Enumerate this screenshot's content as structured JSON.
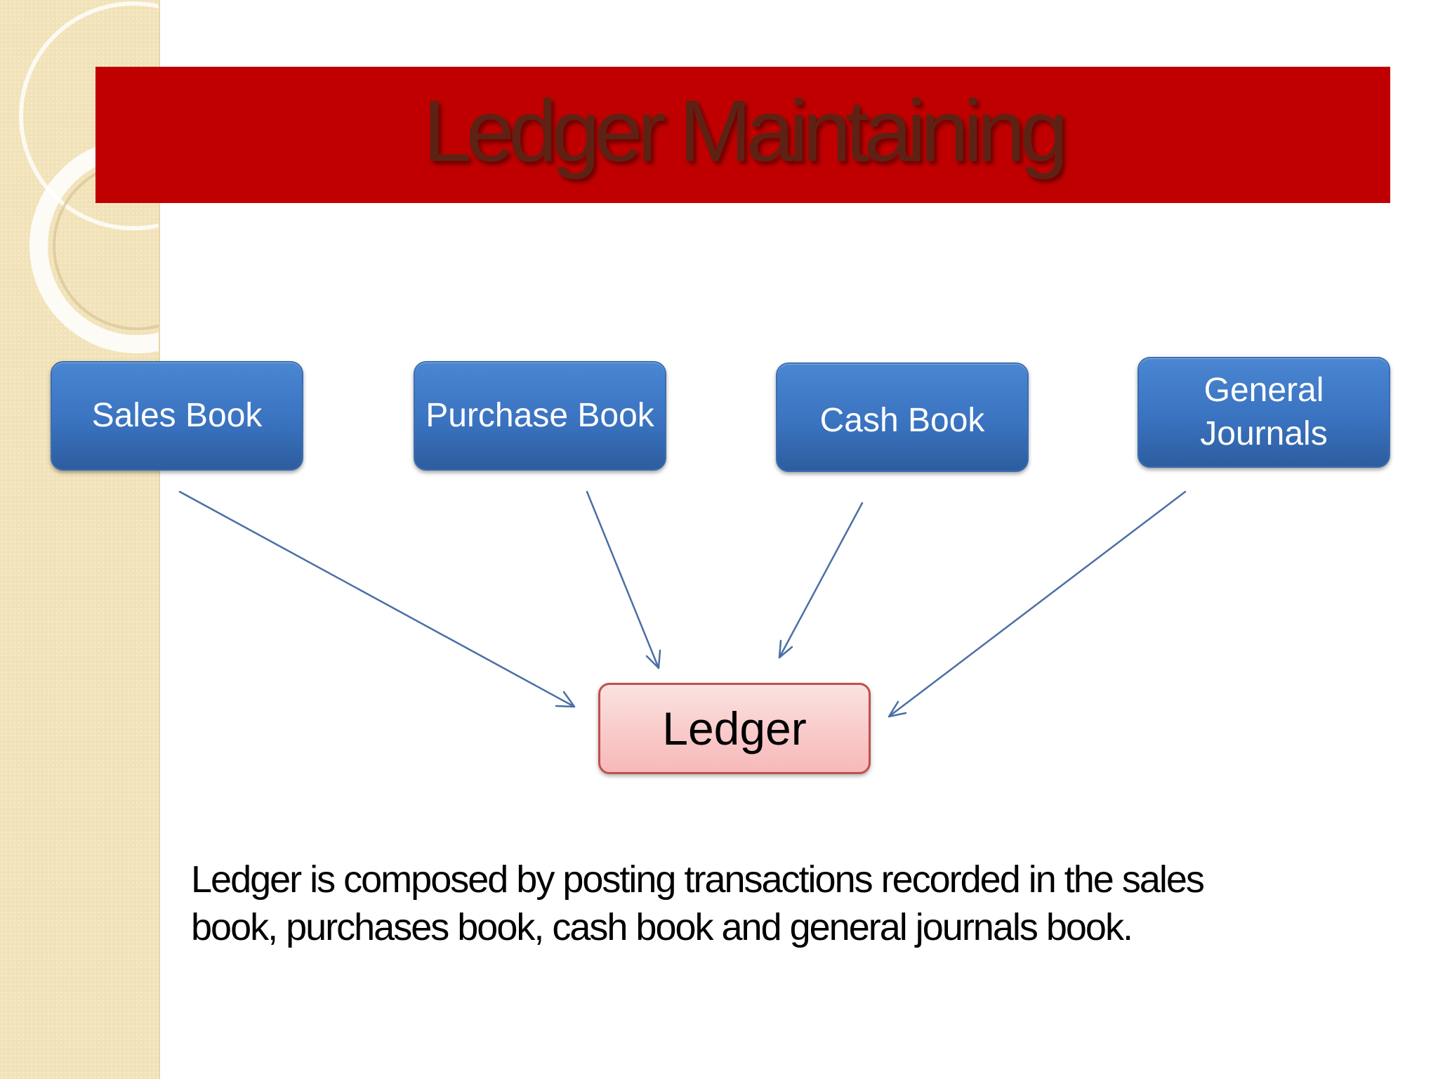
{
  "slide": {
    "title": "Ledger Maintaining",
    "caption": "Ledger is composed by posting transactions recorded in the sales book, purchases book, cash book and general journals book."
  },
  "diagram": {
    "sources": [
      {
        "id": "sales-book",
        "label": "Sales Book"
      },
      {
        "id": "purchase-book",
        "label": "Purchase Book"
      },
      {
        "id": "cash-book",
        "label": "Cash Book"
      },
      {
        "id": "general-journals",
        "label": "General Journals"
      }
    ],
    "target": {
      "id": "ledger",
      "label": "Ledger"
    },
    "edges": [
      {
        "from": "sales-book",
        "to": "ledger"
      },
      {
        "from": "purchase-book",
        "to": "ledger"
      },
      {
        "from": "cash-book",
        "to": "ledger"
      },
      {
        "from": "general-journals",
        "to": "ledger"
      }
    ]
  },
  "colors": {
    "title_bar": "#c00000",
    "title_text": "#5e2215",
    "source_node": "#3a73c0",
    "target_node_fill": "#f9c8c8",
    "target_node_border": "#c0504d",
    "arrow": "#4a6fa5",
    "side_strip": "#f1e2b8"
  }
}
